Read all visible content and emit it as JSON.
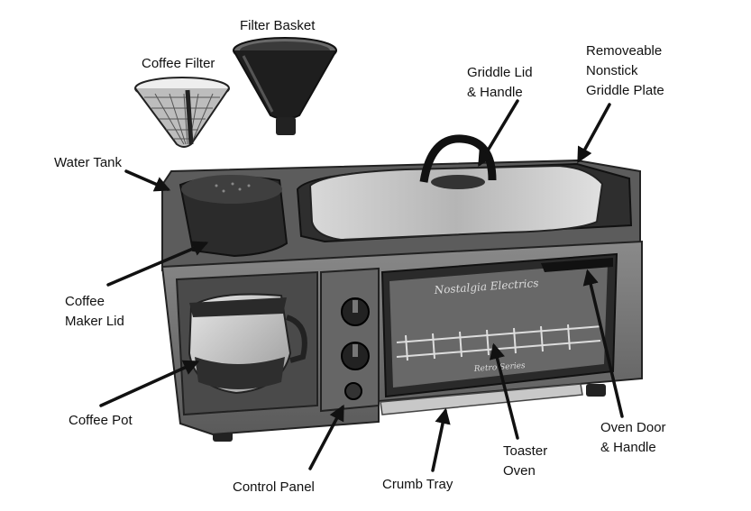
{
  "labels": {
    "filter_basket": [
      "Filter Basket"
    ],
    "coffee_filter": [
      "Coffee Filter"
    ],
    "griddle_lid": [
      "Griddle Lid",
      "& Handle"
    ],
    "griddle_plate": [
      "Removeable",
      "Nonstick",
      "Griddle Plate"
    ],
    "water_tank": [
      "Water Tank"
    ],
    "coffee_maker_lid": [
      "Coffee",
      "Maker Lid"
    ],
    "coffee_pot": [
      "Coffee Pot"
    ],
    "control_panel": [
      "Control Panel"
    ],
    "crumb_tray": [
      "Crumb Tray"
    ],
    "toaster_oven": [
      "Toaster",
      "Oven"
    ],
    "oven_door": [
      "Oven Door",
      "& Handle"
    ]
  },
  "product": {
    "brand_mark": "Nostalgia Electrics",
    "series_mark": "Retro Series"
  },
  "colors": {
    "appliance_body": "#6f6f6f",
    "appliance_dark": "#3a3a3a",
    "glass": "#cfcfcf",
    "arrow": "#111111"
  }
}
